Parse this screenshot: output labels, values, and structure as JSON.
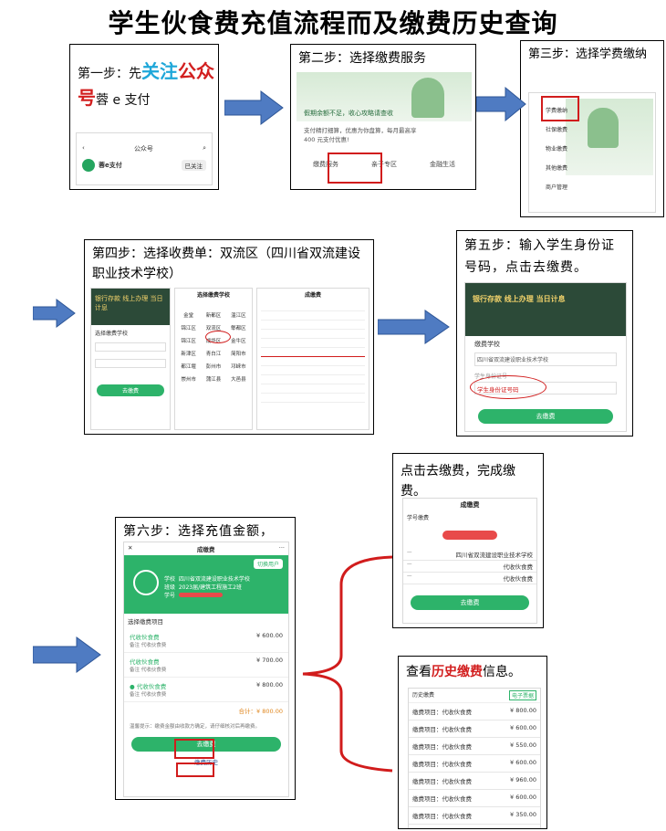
{
  "title": "学生伙食费充值流程而及缴费历史查询",
  "step1": {
    "prefix": "第一步：先",
    "part1": "关注",
    "part2": "公众",
    "part3": "号",
    "part4": "蓉 e 支付",
    "app_name": "蓉e支付",
    "follow_label": "已关注",
    "header_label": "公众号"
  },
  "step2": {
    "label": "第二步：选择缴费服务",
    "banner_text": "假期余额不足，收心攻略请查收",
    "promo": "支付精打细算，优惠为你盘算，每月最高享 400 元支付优惠!",
    "tabs": [
      "缴费服务",
      "亲子专区",
      "金融生活"
    ]
  },
  "step3": {
    "label": "第三步：选择学费缴纳",
    "menu": [
      "学费缴纳",
      "社保缴费",
      "物业缴费",
      "其他缴费",
      "商户管理"
    ]
  },
  "step4": {
    "label": "第四步：选择收费单：双流区（四川省双流建设职业技术学校）",
    "banner": "银行存款 线上办理 当日计息",
    "panel_title": "选择缴费学校",
    "panel2_title": "成缴费",
    "button": "去缴费",
    "districts": [
      "金堂",
      "新都区",
      "温江区",
      "锦江区",
      "双流区",
      "郫都区",
      "锦江区",
      "成华区",
      "金牛区",
      "新津区",
      "青白江",
      "简阳市",
      "都江堰",
      "彭州市",
      "邛崃市",
      "崇州市",
      "蒲江县",
      "大邑县"
    ]
  },
  "step5": {
    "label": "第五步：输入学生身份证号码，点击去缴费。",
    "banner": "银行存款 线上办理 当日计息",
    "school_label": "缴费学校",
    "school": "四川省双流建设职业技术学校",
    "id_label": "学生身份证号",
    "id_placeholder": "学生身份证号码",
    "button": "去缴费"
  },
  "step6": {
    "label": "第六步：选择充值金额，",
    "header": "成缴费",
    "switch": "切换用户",
    "school_label": "学校",
    "school": "四川省双流建设职业技术学校",
    "class_label": "班级",
    "class": "2023届/建筑工程施工2班",
    "no_label": "学号",
    "section": "选择缴费项目",
    "items": [
      {
        "name": "代收伙食费",
        "note": "备注  代收伙食费",
        "amount": "¥ 600.00"
      },
      {
        "name": "代收伙食费",
        "note": "备注  代收伙食费",
        "amount": "¥ 700.00"
      },
      {
        "name": "代收伙食费",
        "note": "备注  代收伙食费",
        "amount": "¥ 800.00"
      }
    ],
    "total_label": "合计：",
    "total": "¥ 800.00",
    "tip": "温馨提示：缴费金额由收款方确定，请仔细核对后再缴费。",
    "pay_btn": "去缴费",
    "history_btn": "缴费历史"
  },
  "step7": {
    "label": "点击去缴费，完成缴费。",
    "header": "成缴费",
    "crumb": "学号缴费",
    "school": "四川省双流建设职业技术学校",
    "item": "代收伙食费",
    "button": "去缴费"
  },
  "step8": {
    "prefix": "查看",
    "highlight": "历史缴费",
    "suffix": "信息。",
    "header": "历史缴费",
    "tag": "电子票据",
    "records": [
      {
        "name": "缴费项目：代收伙食费",
        "amount": "¥ 800.00"
      },
      {
        "name": "缴费项目：代收伙食费",
        "amount": "¥ 600.00"
      },
      {
        "name": "缴费项目：代收伙食费",
        "amount": "¥ 550.00"
      },
      {
        "name": "缴费项目：代收伙食费",
        "amount": "¥ 600.00"
      },
      {
        "name": "缴费项目：代收伙食费",
        "amount": "¥ 960.00"
      },
      {
        "name": "缴费项目：代收伙食费",
        "amount": "¥ 600.00"
      },
      {
        "name": "缴费项目：代收伙食费",
        "amount": "¥ 350.00"
      }
    ]
  },
  "colors": {
    "arrow": "#4f7bc2",
    "accent_red": "#d11c1c",
    "brand_green": "#2db36a"
  }
}
